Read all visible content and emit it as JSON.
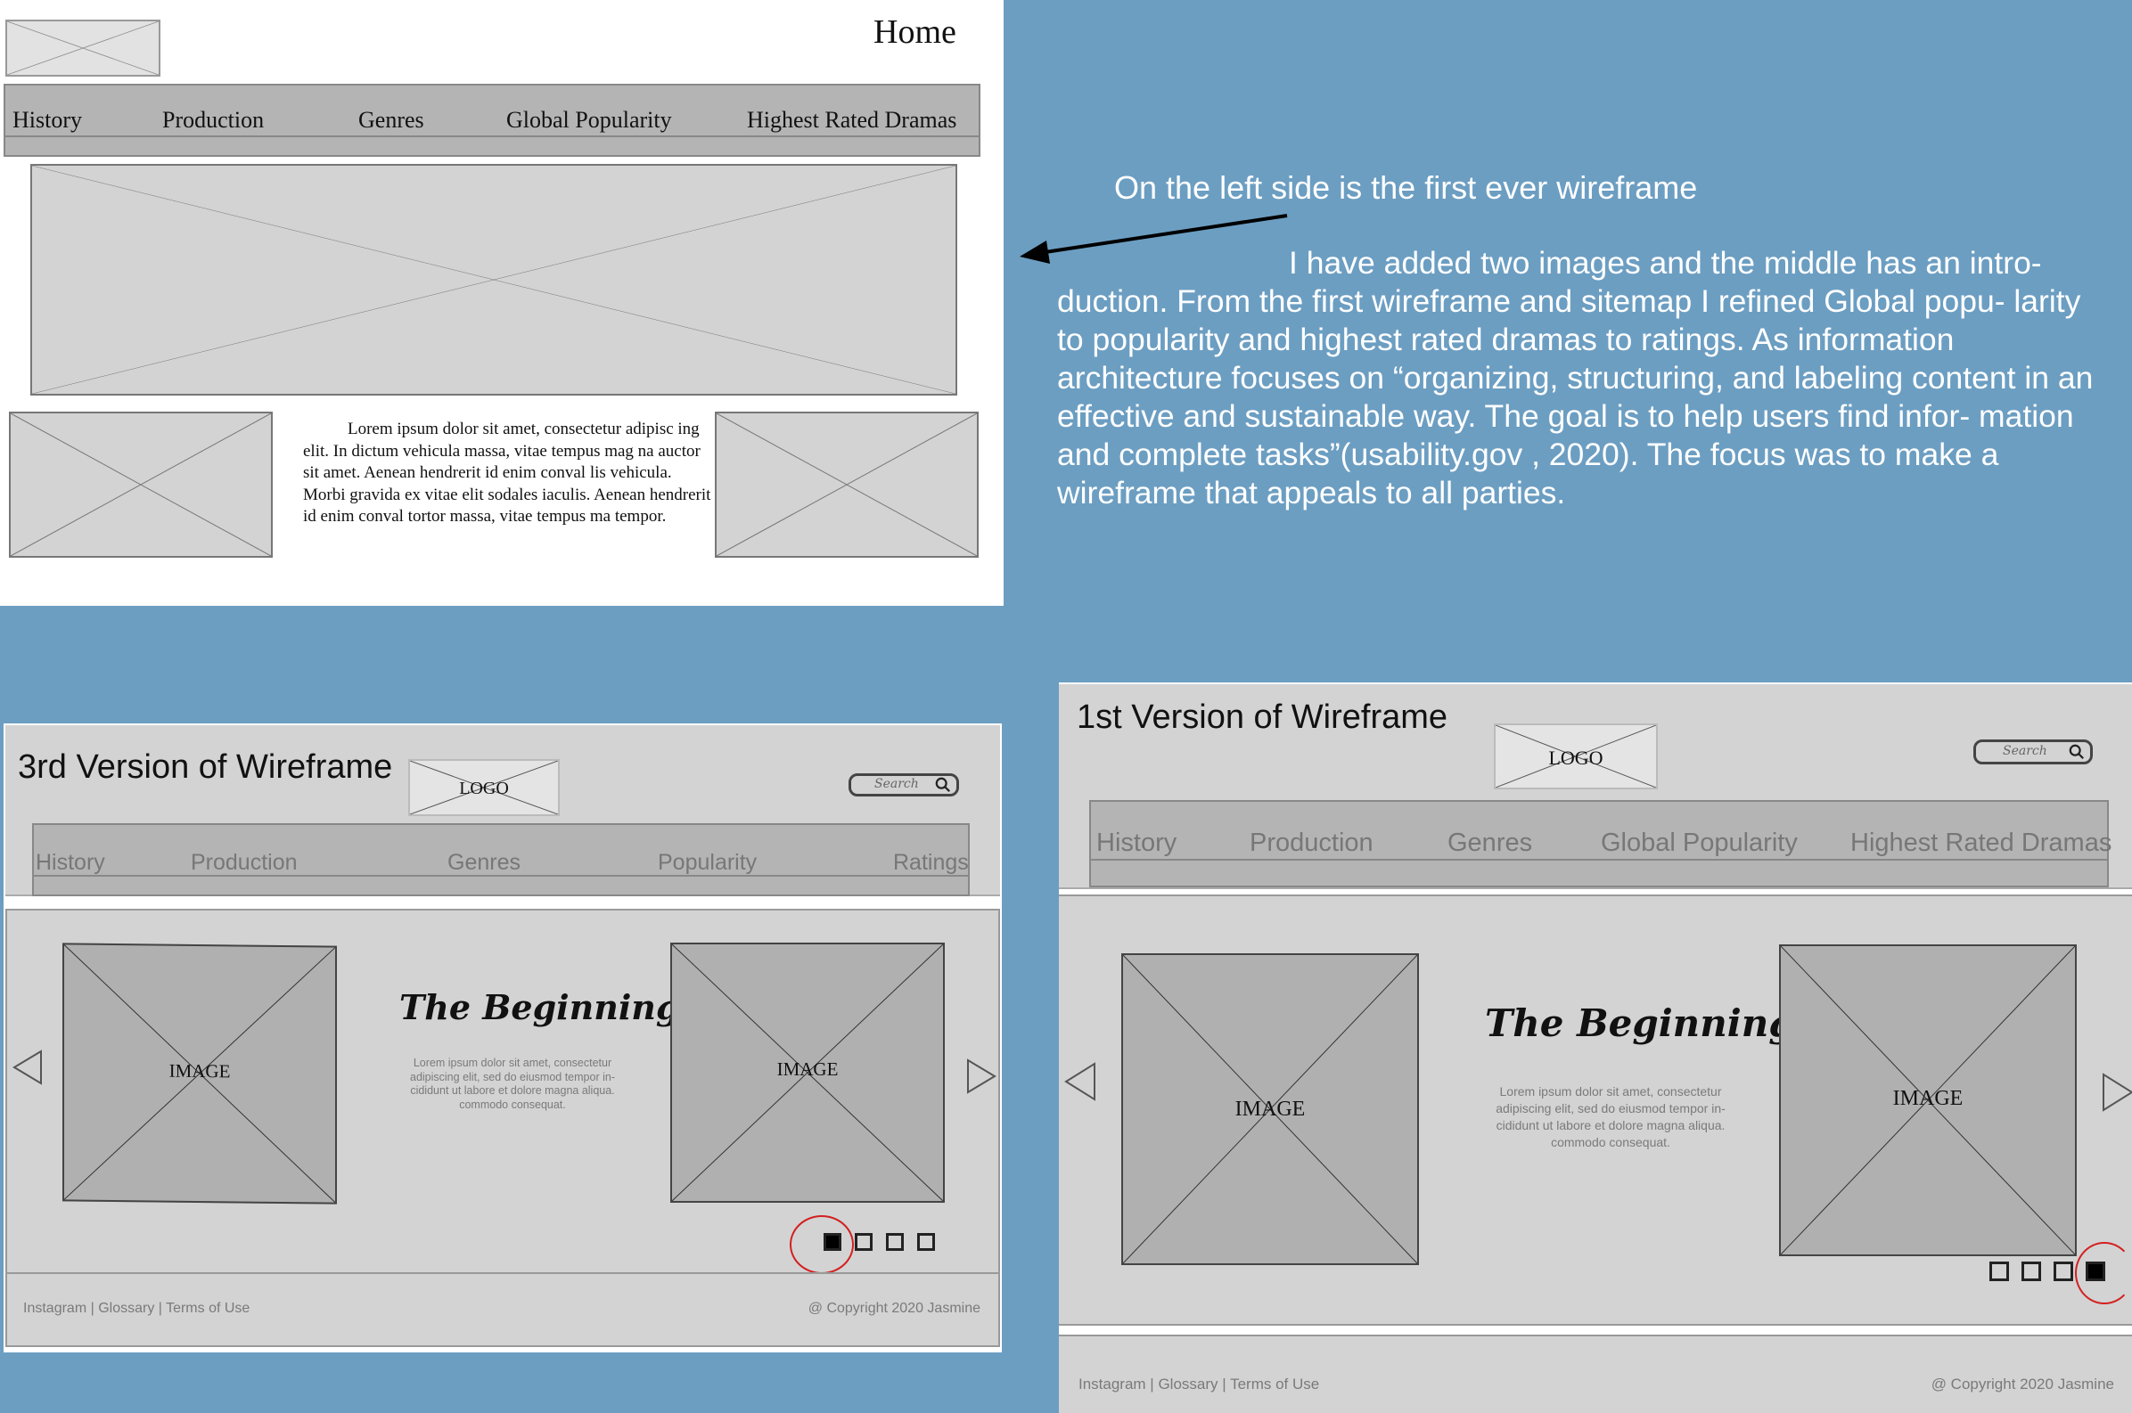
{
  "home": {
    "title": "Home",
    "nav": [
      "History",
      "Production",
      "Genres",
      "Global Popularity",
      "Highest Rated Dramas"
    ],
    "intro_text": "Lorem ipsum dolor sit amet, consectetur adipisc ing elit. In dictum vehicula massa, vitae tempus mag na auctor sit amet. Aenean hendrerit id enim conval lis vehicula. Morbi gravida ex vitae elit sodales iaculis. Aenean hendrerit id enim conval tortor massa, vitae tempus ma tempor."
  },
  "annotation": {
    "heading": "On the left side is the first ever wireframe",
    "body": "I have added two images and the middle has an intro- duction. From the first wireframe and sitemap I refined Global popu- larity to popularity and highest rated dramas to ratings. As information architecture focuses on “organizing, structuring, and labeling content in an effective and sustainable way. The goal is to help users find infor- mation and complete tasks”(usability.gov , 2020). The focus was to make a wireframe that appeals to all parties."
  },
  "v3": {
    "caption": "3rd Version of Wireframe",
    "logo": "LOGO",
    "search": "Search",
    "nav": [
      "History",
      "Production",
      "Genres",
      "Popularity",
      "Ratings"
    ],
    "image_label_left": "IMAGE",
    "image_label_right": "IMAGE",
    "heading": "The Beginning",
    "lorem": "Lorem ipsum dolor sit amet, consectetur adipiscing elit, sed do eiusmod tempor in- cididunt ut labore et dolore magna aliqua. commodo consequat.",
    "footer_links": "Instagram | Glossary | Terms of Use",
    "copyright": "@ Copyright 2020 Jasmine",
    "active_slide": 1,
    "slide_count": 4
  },
  "v1": {
    "caption": "1st Version of Wireframe",
    "logo": "LOGO",
    "search": "Search",
    "nav": [
      "History",
      "Production",
      "Genres",
      "Global Popularity",
      "Highest Rated Dramas"
    ],
    "image_label_left": "IMAGE",
    "image_label_right": "IMAGE",
    "heading": "The Beginning",
    "lorem": "Lorem ipsum dolor sit amet, consectetur adipiscing elit, sed do eiusmod tempor in- cididunt ut labore et dolore magna aliqua. commodo consequat.",
    "footer_links": "Instagram | Glossary | Terms of Use",
    "copyright": "@ Copyright 2020 Jasmine",
    "active_slide": 4,
    "slide_count": 4
  },
  "colors": {
    "background": "#6c9ec2",
    "placeholder": "#d3d3d3",
    "image_box": "#b0b0b0",
    "highlight_circle": "#d32020"
  }
}
